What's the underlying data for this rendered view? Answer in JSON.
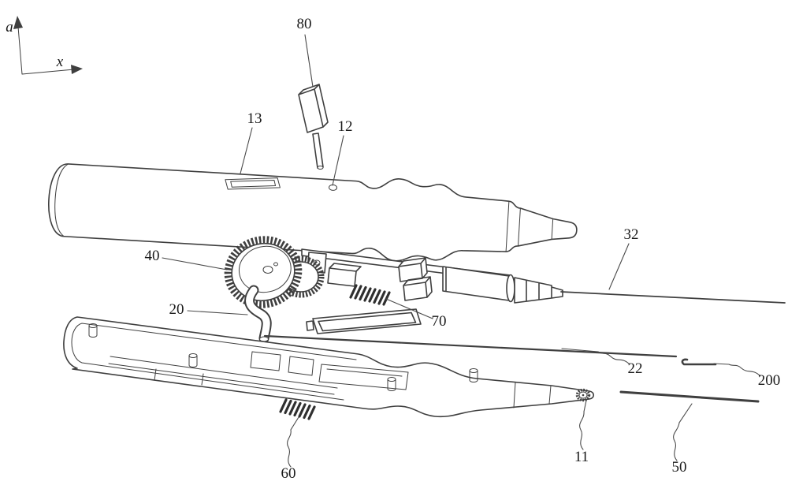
{
  "figure": {
    "background_color": "#ffffff",
    "line_color": "#3f3f3f",
    "text_color": "#1a1a1a",
    "axis_indicator": {
      "vertical_label": "a",
      "horizontal_label": "x"
    },
    "reference_numerals": {
      "n80": "80",
      "n13": "13",
      "n12": "12",
      "n32": "32",
      "n40": "40",
      "n20": "20",
      "n70": "70",
      "n22": "22",
      "n200": "200",
      "n60": "60",
      "n11": "11",
      "n50": "50"
    }
  }
}
